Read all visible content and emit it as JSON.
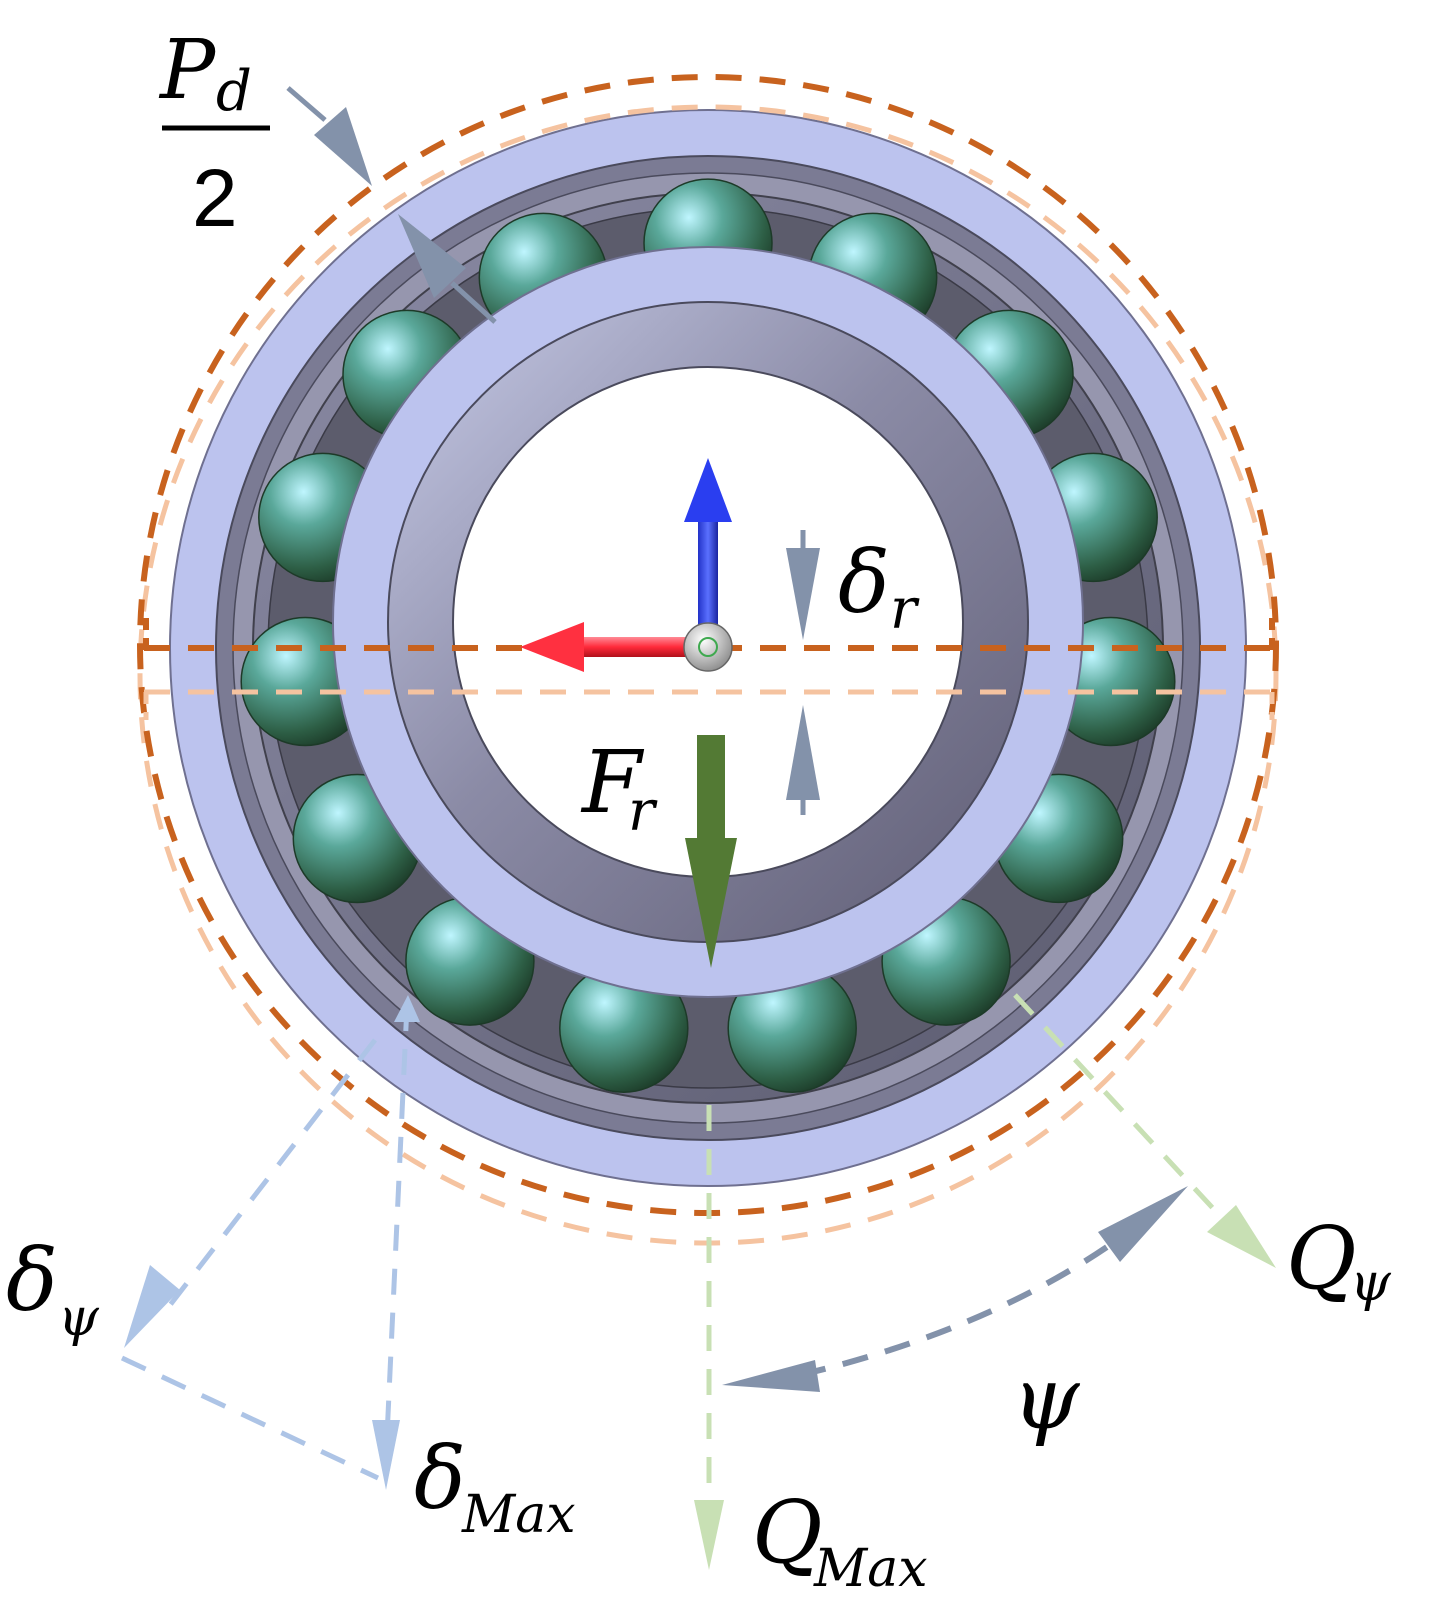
{
  "labels": {
    "pd_numerator": "P",
    "pd_numerator_sub": "d",
    "pd_denominator": "2",
    "delta_r": "δ",
    "delta_r_sub": "r",
    "force": "F",
    "force_sub": "r",
    "delta_psi": "δ",
    "delta_psi_sub": "ψ",
    "delta_max": "δ",
    "delta_max_sub": "Max",
    "q_max": "Q",
    "q_max_sub": "Max",
    "q_psi": "Q",
    "q_psi_sub": "ψ",
    "psi": "ψ"
  },
  "colors": {
    "outer_dash": "#c8621e",
    "inner_dash": "#f5c3a0",
    "ring_face": "#bcc3ee",
    "ring_dark": "#6b6a82",
    "ball": "#2f6b52",
    "force_arrow": "#537a34",
    "dim_arrow": "#8392aa",
    "delta_dash": "#adc4e6",
    "q_dash": "#c8e0b4",
    "axis_y": "#1f32d8",
    "axis_x": "#f23a3a"
  },
  "icons": [
    "bearing-image",
    "coordinate-axes-icon",
    "force-arrow-icon"
  ]
}
